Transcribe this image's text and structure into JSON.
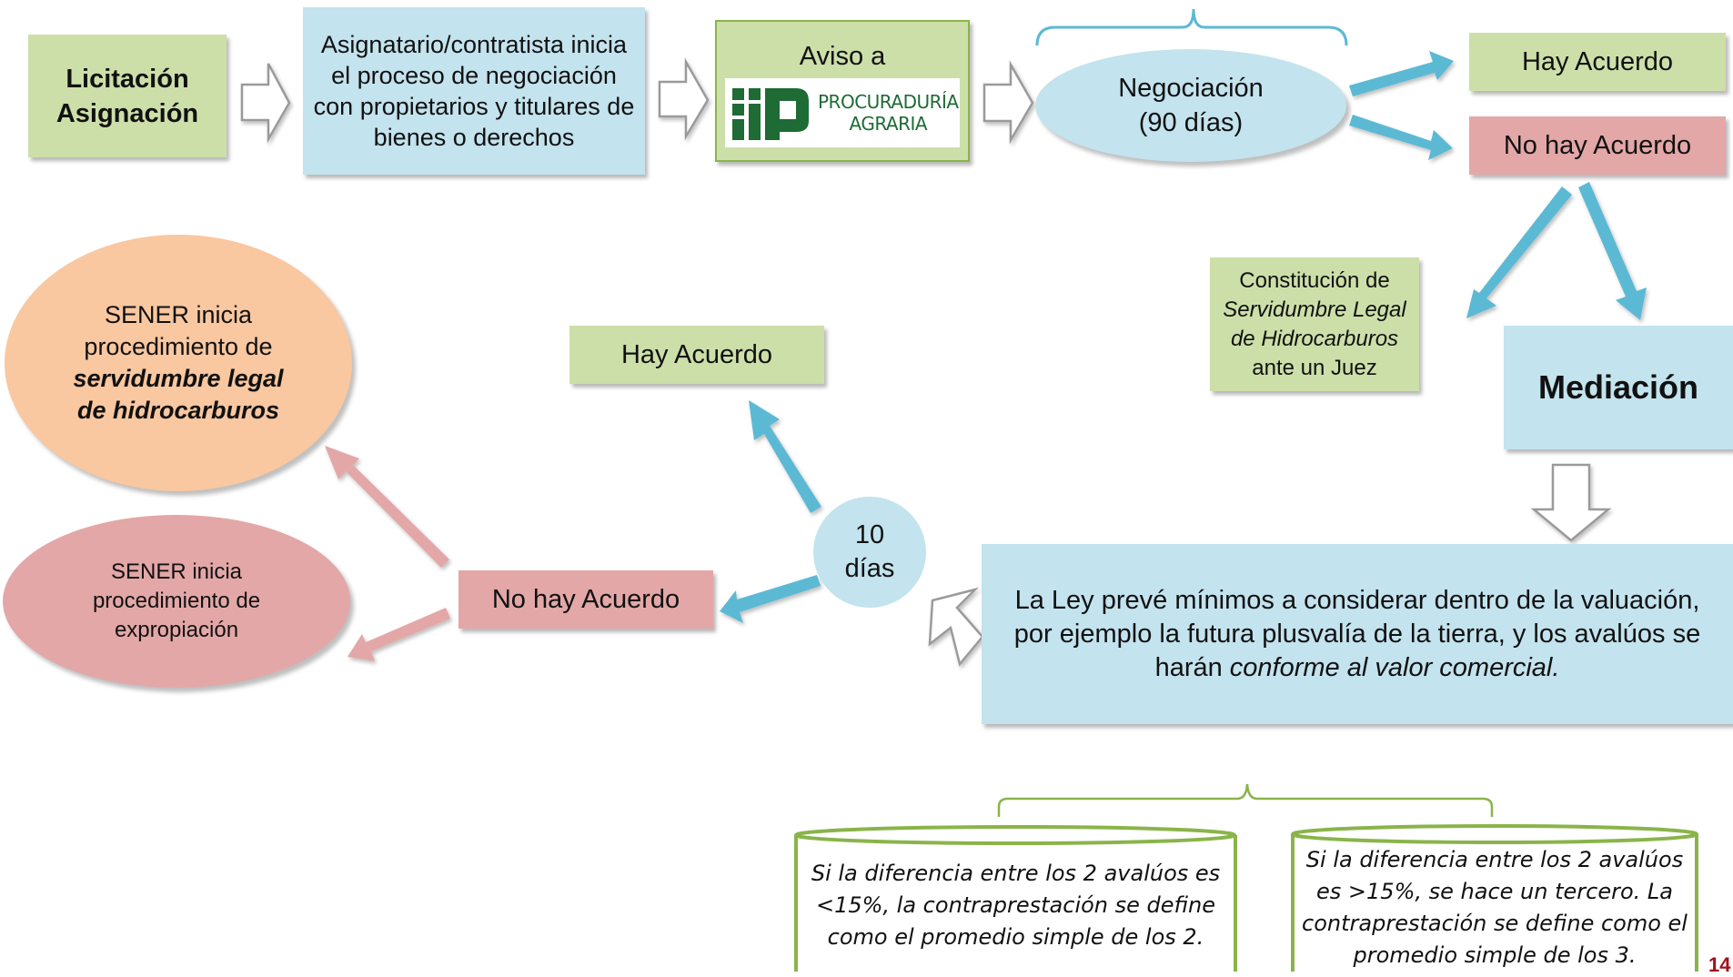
{
  "boxes": {
    "licitacion": "Licitación\nAsignación",
    "asignatario": "Asignatario/contratista inicia el proceso de negociación con propietarios y titulares de bienes o derechos",
    "aviso_label": "Aviso a",
    "negociacion": "Negociación\n(90 días)",
    "hay_acuerdo_top": "Hay Acuerdo",
    "no_hay_acuerdo_top": "No hay Acuerdo",
    "constitucion_line1": "Constitución de",
    "constitucion_line2": "Servidumbre Legal",
    "constitucion_line3": "de Hidrocarburos",
    "constitucion_line4": "ante un Juez",
    "mediacion": "Mediación",
    "ley_part1": "La Ley prevé mínimos a considerar dentro de la valuación, por ejemplo la futura plusvalía de la tierra, y los avalúos se harán ",
    "ley_part2": "conforme al valor comercial.",
    "diez_dias": "10\ndías",
    "hay_acuerdo_mid": "Hay Acuerdo",
    "no_hay_acuerdo_mid": "No hay Acuerdo",
    "sener_servidumbre_1": "SENER inicia procedimiento de",
    "sener_servidumbre_2": "servidumbre legal de hidrocarburos",
    "sener_expropiacion": "SENER inicia procedimiento de expropiación",
    "cyl_left": "Si la diferencia entre los 2 avalúos es <15%, la contraprestación se define como el promedio simple de los 2.",
    "cyl_right": "Si la diferencia entre los 2 avalúos es >15%, se hace un tercero. La contraprestación se define como el promedio simple de los 3."
  },
  "logo": {
    "line1": "PROCURADURÍA",
    "line2": "AGRARIA",
    "color": "#1e6b35"
  },
  "page_number": "14",
  "colors": {
    "green": "#cddfa9",
    "blue": "#c3e3ee",
    "red": "#e3a7a7",
    "orange": "#f9c7a0",
    "arrow_blue": "#5bb9d4",
    "arrow_red": "#e3a7a7",
    "brace_blue": "#5bb9d4",
    "brace_green": "#8ab44a"
  }
}
